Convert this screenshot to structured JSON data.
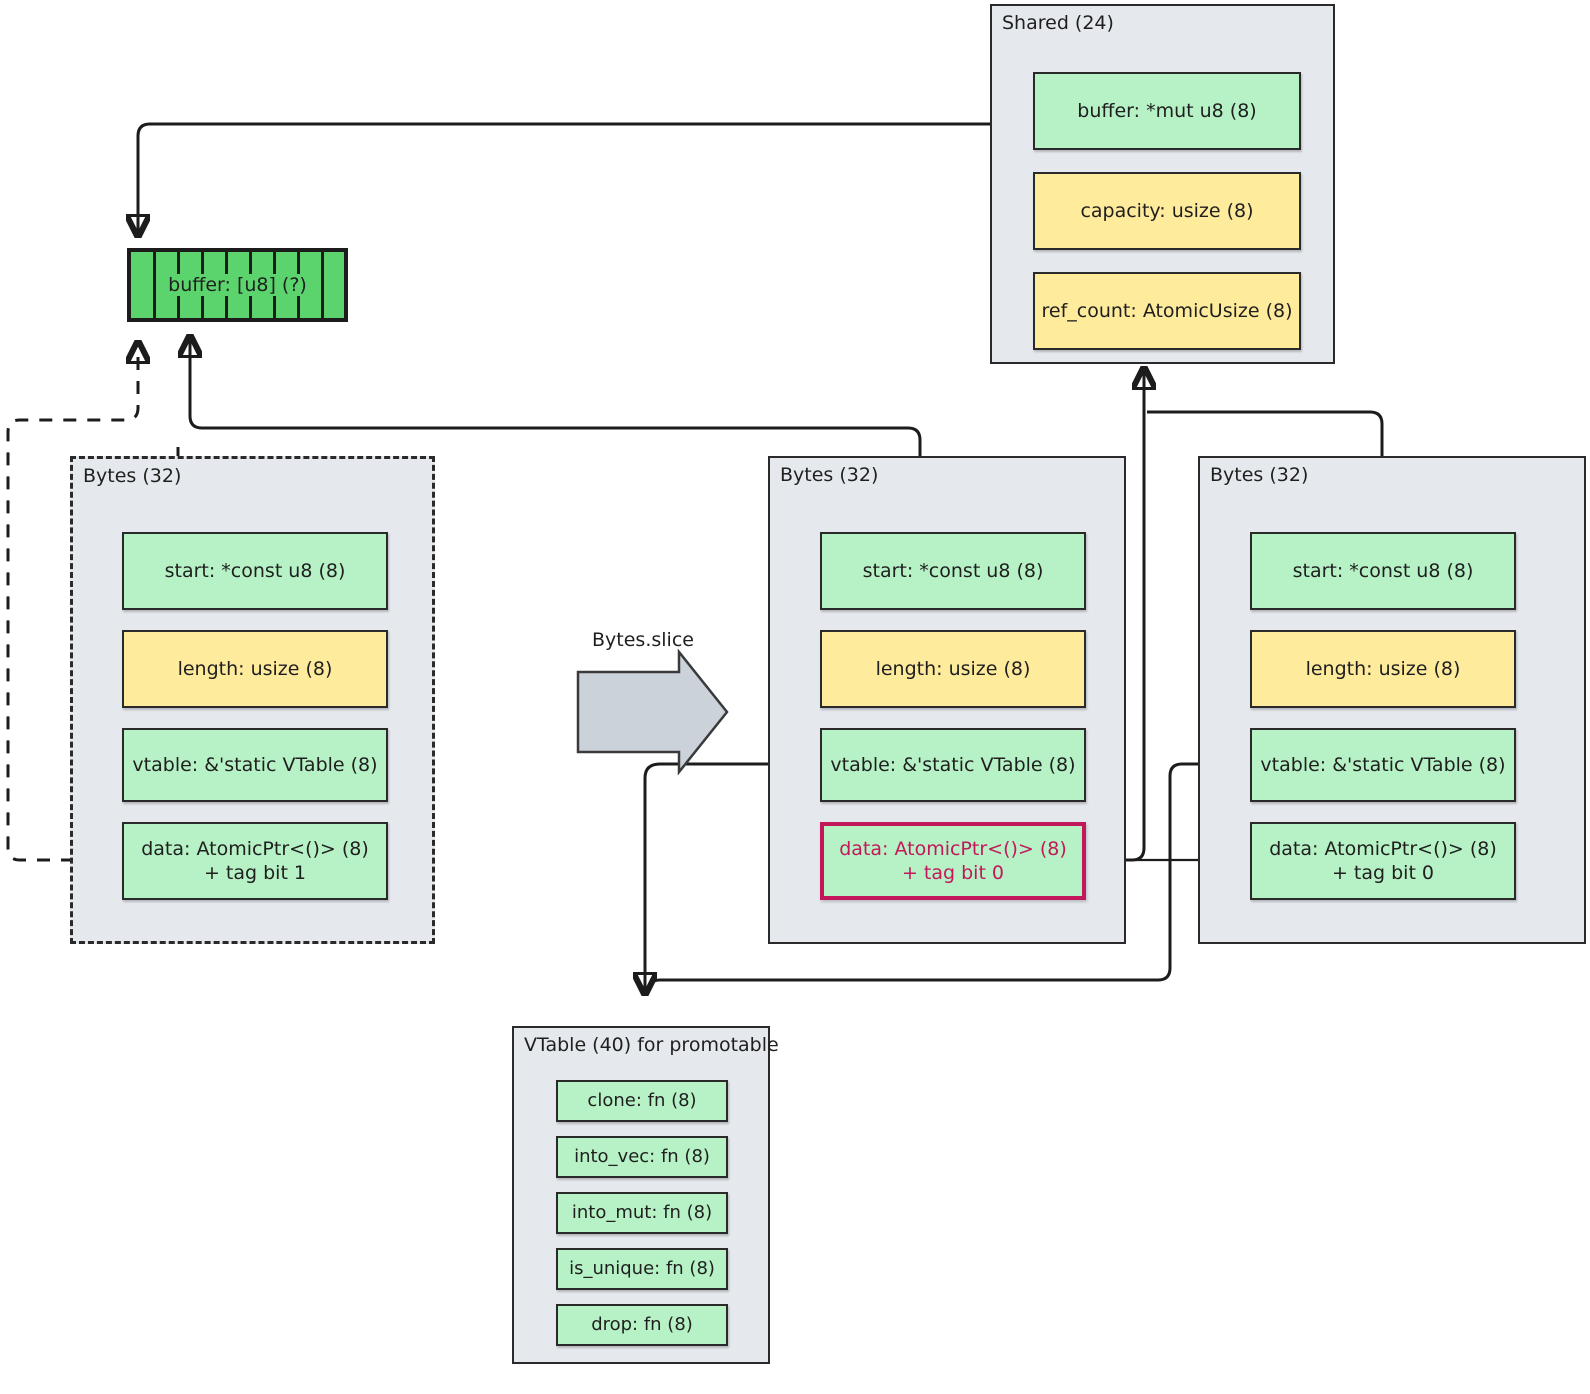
{
  "diagram": {
    "title": "Bytes / Shared memory layout",
    "colors": {
      "green": "#b6f2c5",
      "yellow": "#ffeb9c",
      "buffer_green": "#5bd46e",
      "container_gray": "#e5e9ed",
      "stroke": "#1c1c1c",
      "highlight": "#c2185b"
    },
    "slice_arrow_label": "Bytes.slice",
    "buffer": {
      "label": "buffer: [u8] (?)",
      "cells": 9
    },
    "shared": {
      "title": "Shared (24)",
      "fields": [
        {
          "label": "buffer: *mut u8 (8)",
          "color": "green"
        },
        {
          "label": "capacity: usize (8)",
          "color": "yellow"
        },
        {
          "label": "ref_count: AtomicUsize (8)",
          "color": "yellow"
        }
      ]
    },
    "bytes_left": {
      "title": "Bytes (32)",
      "border": "dashed",
      "fields": [
        {
          "label": "start: *const u8 (8)",
          "color": "green",
          "line2": ""
        },
        {
          "label": "length: usize (8)",
          "color": "yellow",
          "line2": ""
        },
        {
          "label": "vtable: &'static VTable (8)",
          "color": "green",
          "line2": ""
        },
        {
          "label": "data: AtomicPtr<()> (8)",
          "line2": "+ tag bit 1",
          "color": "green"
        }
      ]
    },
    "bytes_middle": {
      "title": "Bytes (32)",
      "border": "solid",
      "fields": [
        {
          "label": "start: *const u8 (8)",
          "color": "green",
          "line2": ""
        },
        {
          "label": "length: usize (8)",
          "color": "yellow",
          "line2": ""
        },
        {
          "label": "vtable: &'static VTable (8)",
          "color": "green",
          "line2": ""
        },
        {
          "label": "data: AtomicPtr<()> (8)",
          "line2": "+ tag bit 0",
          "color": "green",
          "highlight": true
        }
      ]
    },
    "bytes_right": {
      "title": "Bytes (32)",
      "border": "solid",
      "fields": [
        {
          "label": "start: *const u8 (8)",
          "color": "green",
          "line2": ""
        },
        {
          "label": "length: usize (8)",
          "color": "yellow",
          "line2": ""
        },
        {
          "label": "vtable: &'static VTable (8)",
          "color": "green",
          "line2": ""
        },
        {
          "label": "data: AtomicPtr<()> (8)",
          "line2": "+ tag bit 0",
          "color": "green"
        }
      ]
    },
    "vtable": {
      "title": "VTable (40) for promotable",
      "fields": [
        {
          "label": "clone: fn (8)",
          "color": "green"
        },
        {
          "label": "into_vec: fn (8)",
          "color": "green"
        },
        {
          "label": "into_mut: fn (8)",
          "color": "green"
        },
        {
          "label": "is_unique: fn (8)",
          "color": "green"
        },
        {
          "label": "drop: fn (8)",
          "color": "green"
        }
      ]
    }
  }
}
